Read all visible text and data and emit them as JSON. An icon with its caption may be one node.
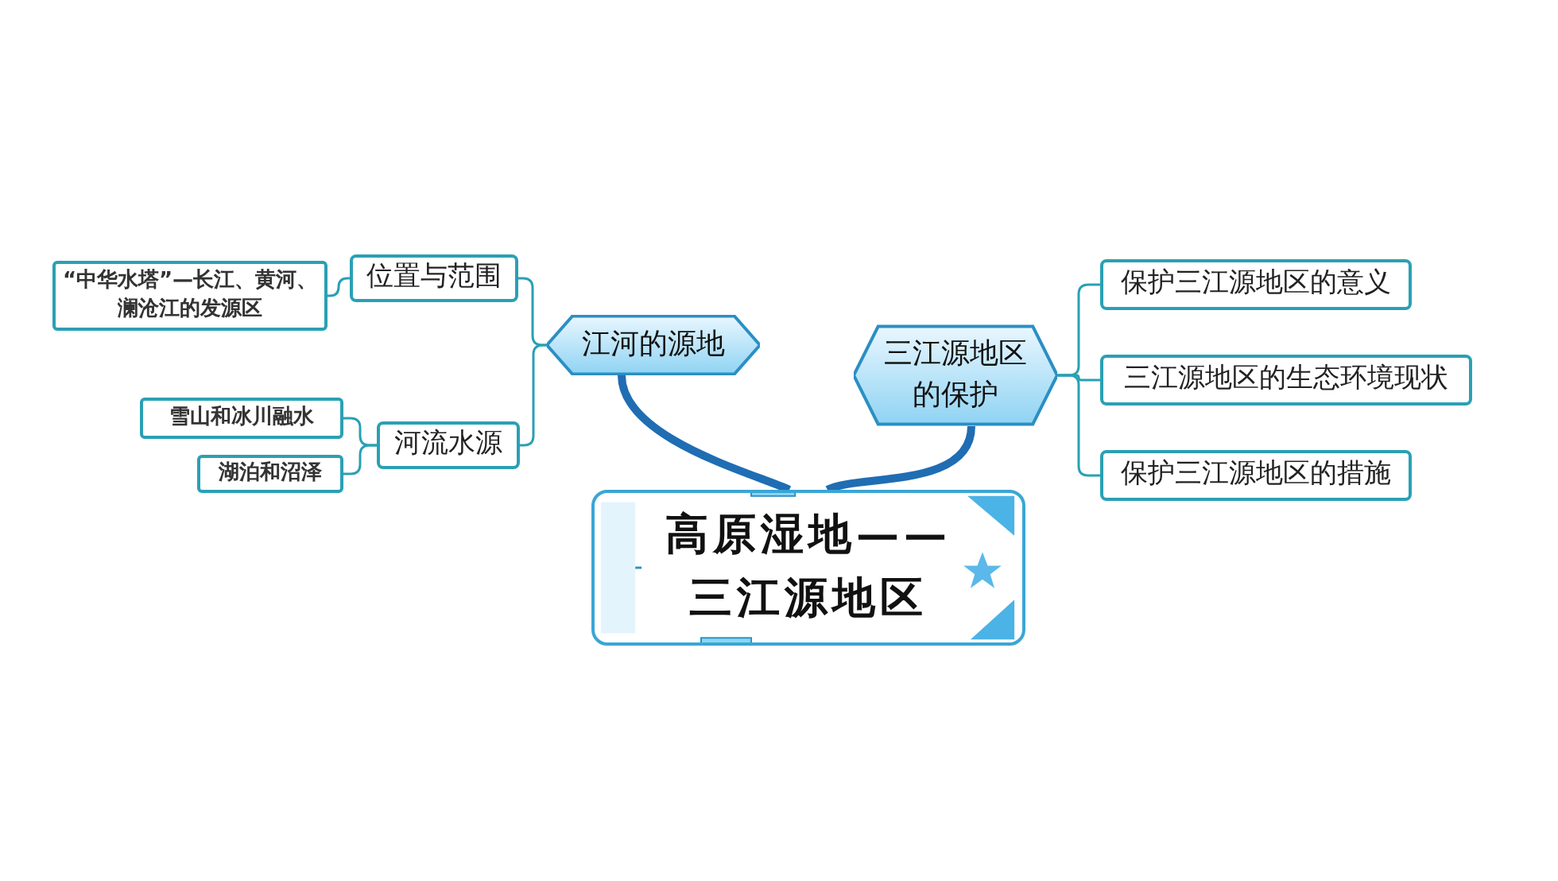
{
  "diagram": {
    "nodes": [
      {
        "text": [
          "高原湿地——三江源地区"
        ]
      },
      {
        "text": [
          "江河的源地"
        ]
      },
      {
        "text": [
          "三江源地区的保护"
        ]
      },
      {
        "text": [
          "位置与范围"
        ]
      },
      {
        "text": [
          "“中华水塔”—长江、黄河、澜沧江的发源区"
        ]
      },
      {
        "text": [
          "河流水源"
        ]
      },
      {
        "text": [
          "雪山和冰川融水"
        ]
      },
      {
        "text": [
          "湖泊和沼泽"
        ]
      },
      {
        "text": [
          "保护三江源地区的意义"
        ]
      },
      {
        "text": [
          "三江源地区的生态环境现状"
        ]
      },
      {
        "text": [
          "保护三江源地区的措施"
        ]
      }
    ],
    "edges": [
      {
        "from": 0,
        "to": 1,
        "arrow": "none",
        "style": "thick",
        "color": "#1f6db3"
      },
      {
        "from": 0,
        "to": 2,
        "arrow": "none",
        "style": "thick",
        "color": "#1f6db3"
      },
      {
        "from": 1,
        "to": 3,
        "arrow": "none"
      },
      {
        "from": 1,
        "to": 5,
        "arrow": "none"
      },
      {
        "from": 3,
        "to": 4,
        "arrow": "none"
      },
      {
        "from": 5,
        "to": 6,
        "arrow": "none"
      },
      {
        "from": 5,
        "to": 7,
        "arrow": "none"
      },
      {
        "from": 2,
        "to": 8,
        "arrow": "none"
      },
      {
        "from": 2,
        "to": 9,
        "arrow": "none"
      },
      {
        "from": 2,
        "to": 10,
        "arrow": "none"
      }
    ]
  }
}
